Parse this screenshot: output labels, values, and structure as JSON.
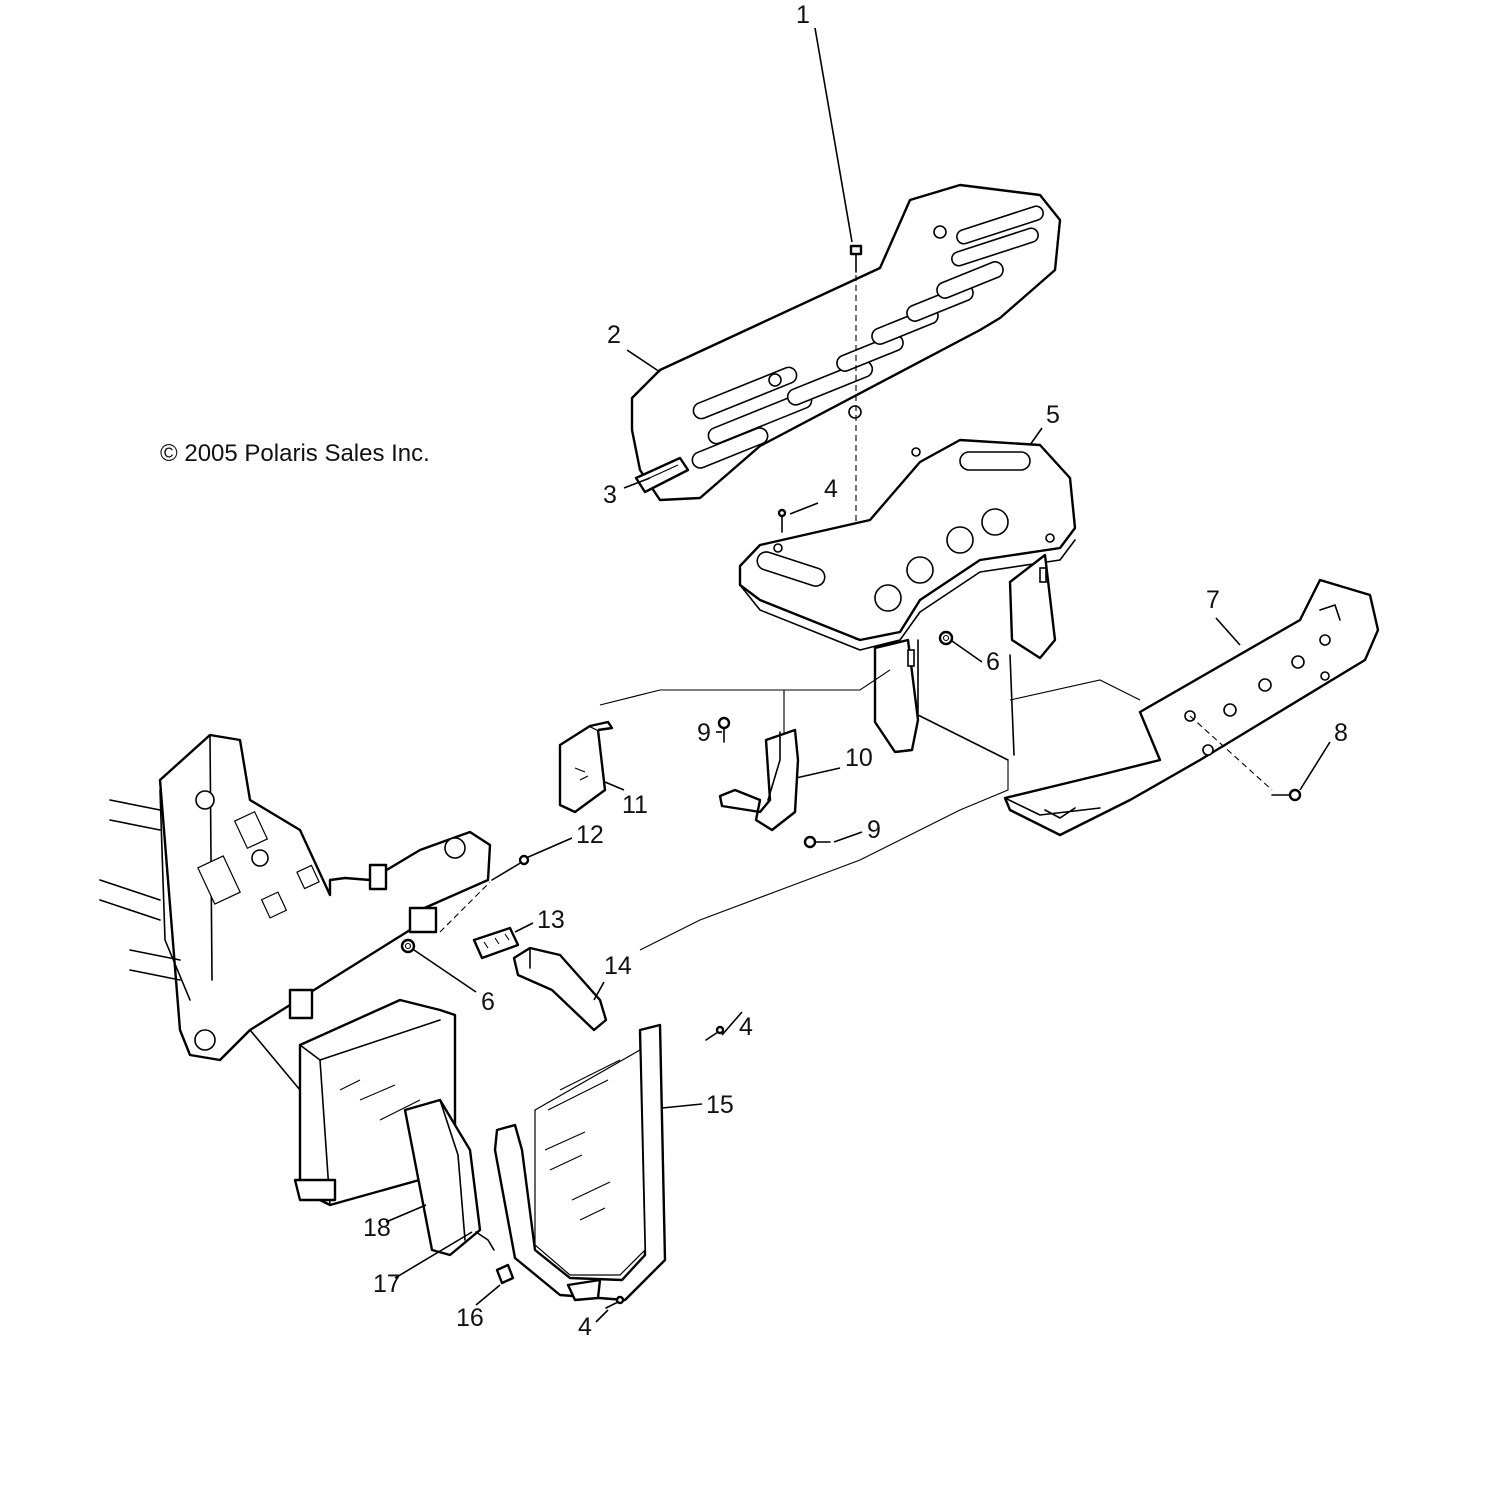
{
  "copyright": "© 2005 Polaris Sales Inc.",
  "callouts": [
    "1",
    "2",
    "3",
    "4",
    "5",
    "6",
    "7",
    "8",
    "9",
    "10",
    "11",
    "12",
    "13",
    "14",
    "4",
    "6",
    "15",
    "18",
    "17",
    "16",
    "4",
    "9"
  ]
}
